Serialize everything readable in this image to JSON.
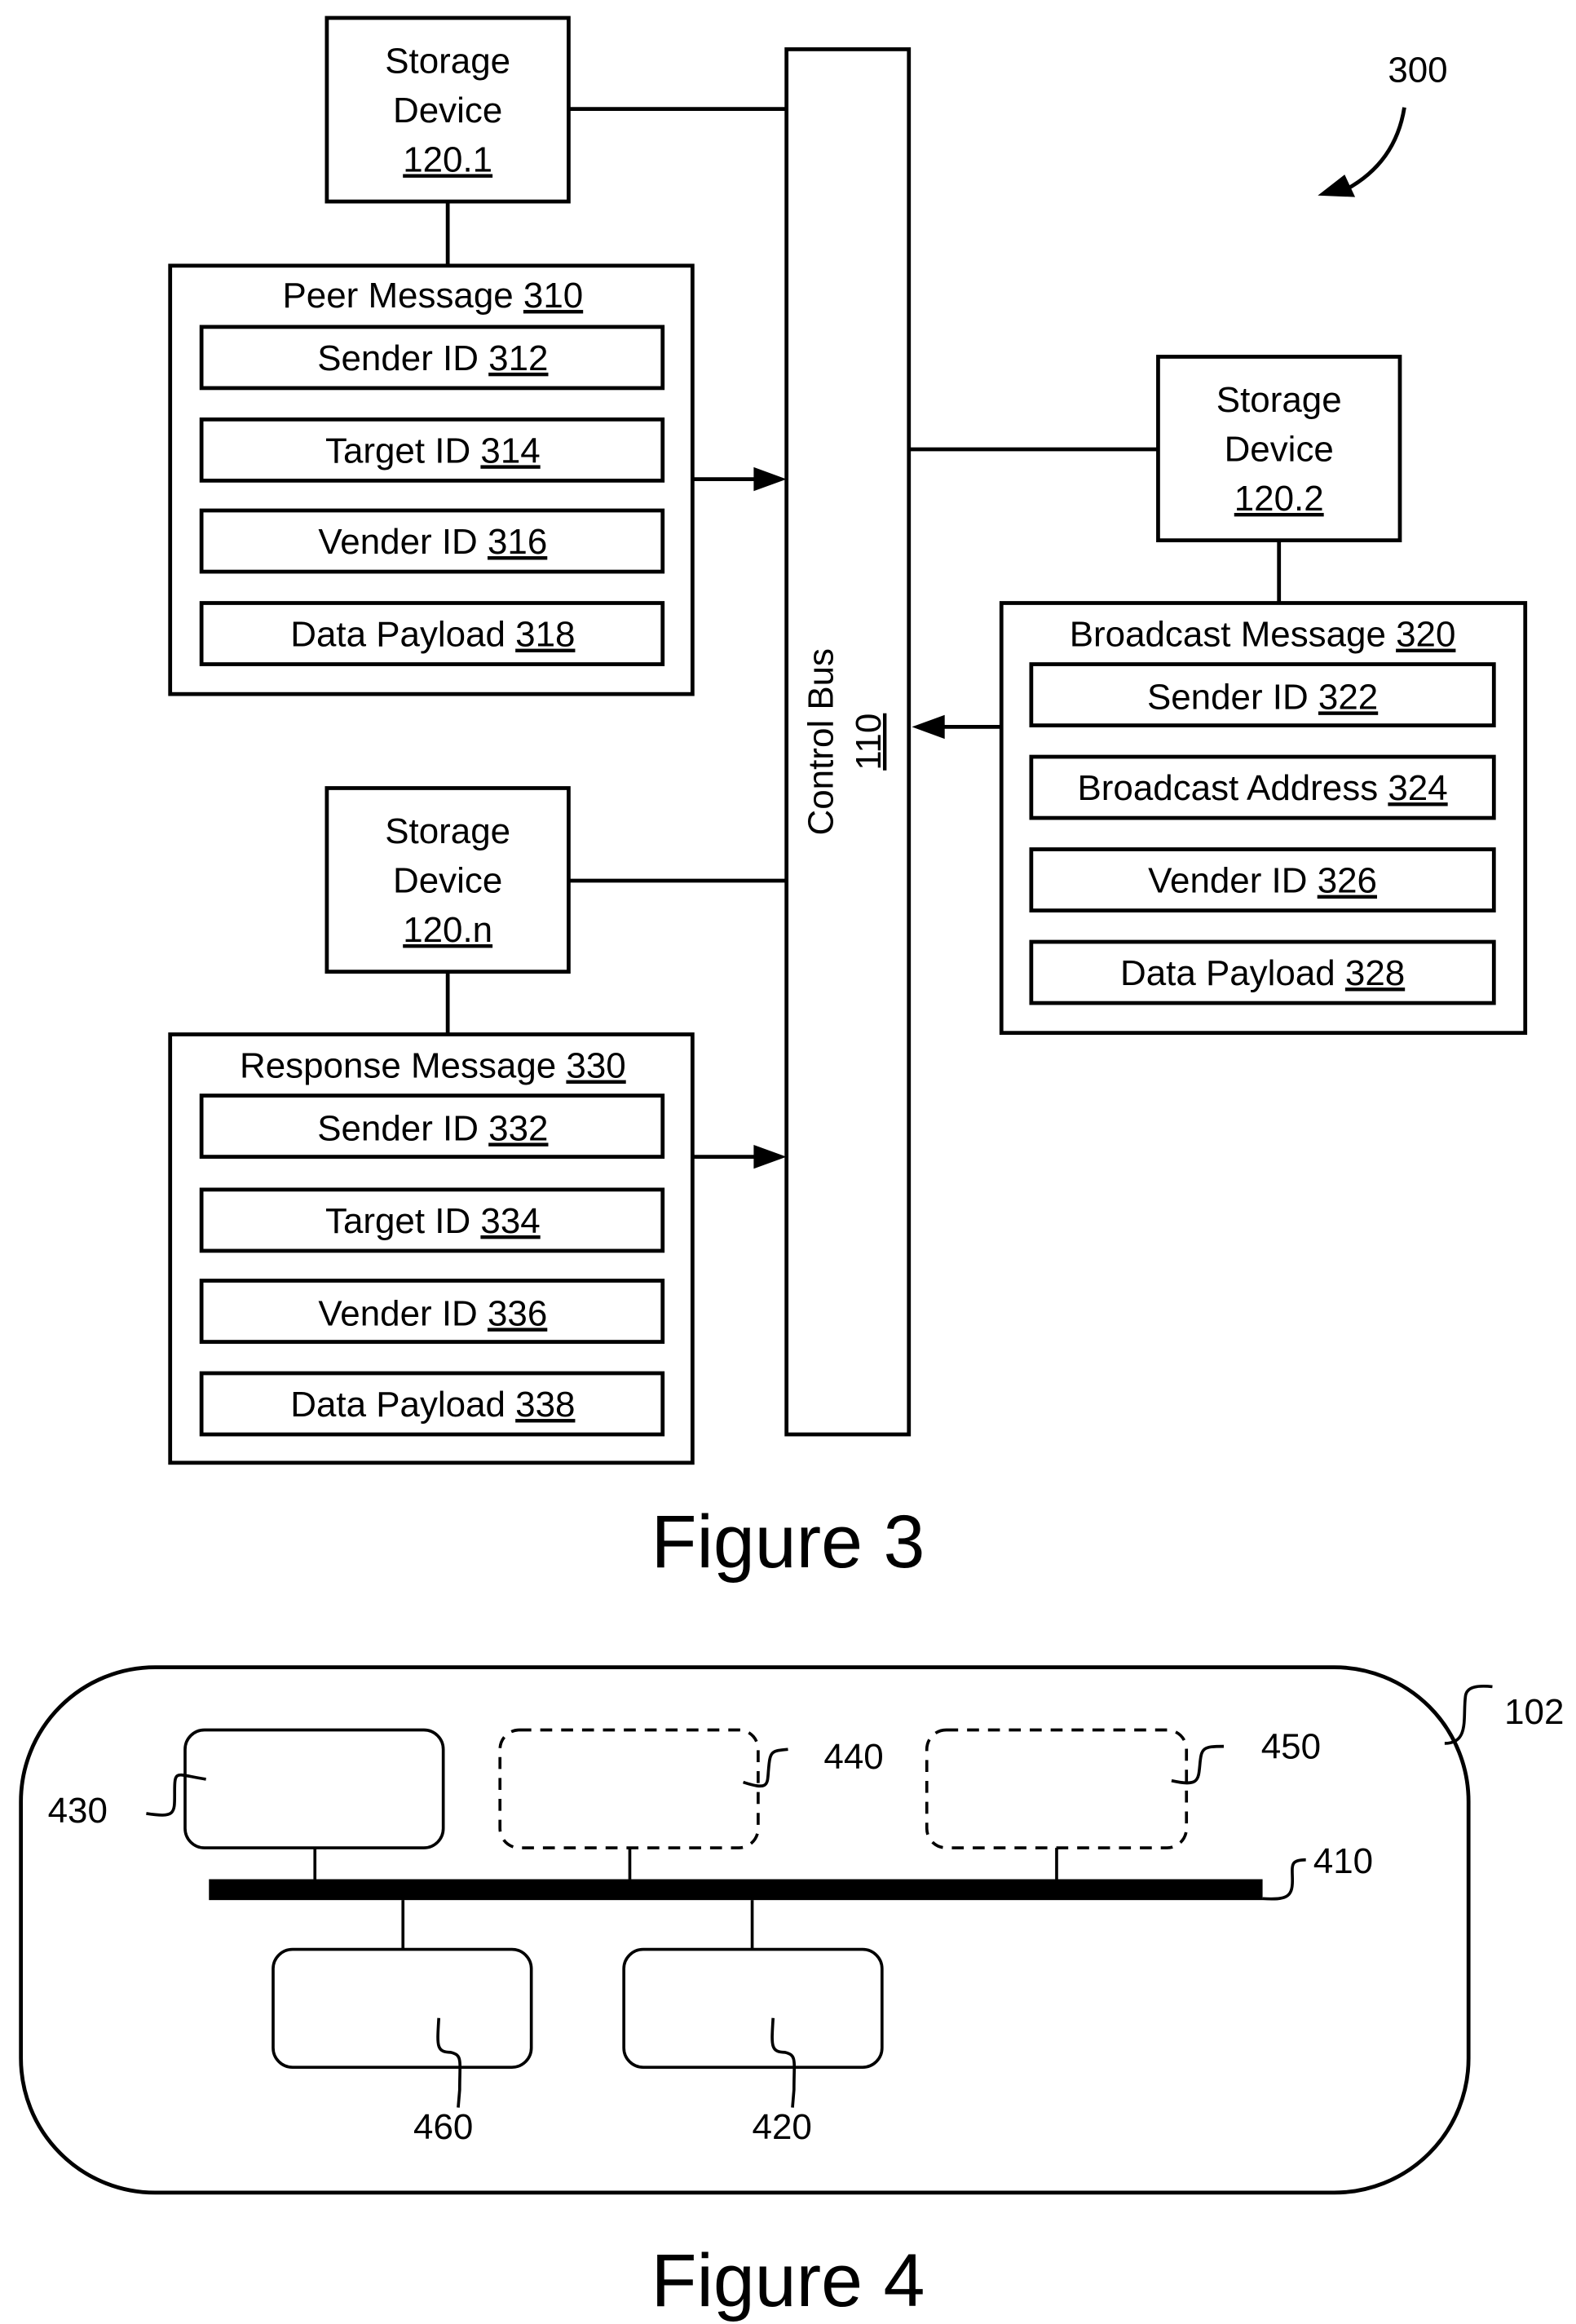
{
  "figure3": {
    "caption": "Figure 3",
    "reference": "300",
    "control_bus": {
      "label": "Control Bus",
      "ref": "110"
    },
    "storage_devices": [
      {
        "line1": "Storage",
        "line2": "Device",
        "ref": "120.1"
      },
      {
        "line1": "Storage",
        "line2": "Device",
        "ref": "120.2"
      },
      {
        "line1": "Storage",
        "line2": "Device",
        "ref": "120.n"
      }
    ],
    "messages": [
      {
        "title": "Peer Message",
        "ref": "310",
        "fields": [
          {
            "label": "Sender ID",
            "ref": "312"
          },
          {
            "label": "Target ID",
            "ref": "314"
          },
          {
            "label": "Vender ID",
            "ref": "316"
          },
          {
            "label": "Data Payload",
            "ref": "318"
          }
        ]
      },
      {
        "title": "Broadcast Message",
        "ref": "320",
        "fields": [
          {
            "label": "Sender ID",
            "ref": "322"
          },
          {
            "label": "Broadcast Address",
            "ref": "324"
          },
          {
            "label": "Vender ID",
            "ref": "326"
          },
          {
            "label": "Data Payload",
            "ref": "328"
          }
        ]
      },
      {
        "title": "Response Message",
        "ref": "330",
        "fields": [
          {
            "label": "Sender ID",
            "ref": "332"
          },
          {
            "label": "Target ID",
            "ref": "334"
          },
          {
            "label": "Vender ID",
            "ref": "336"
          },
          {
            "label": "Data Payload",
            "ref": "338"
          }
        ]
      }
    ]
  },
  "figure4": {
    "caption": "Figure 4",
    "refs": {
      "enclosure": "102",
      "bus": "410",
      "component_420": "420",
      "component_430": "430",
      "component_440": "440",
      "component_450": "450",
      "component_460": "460"
    }
  }
}
